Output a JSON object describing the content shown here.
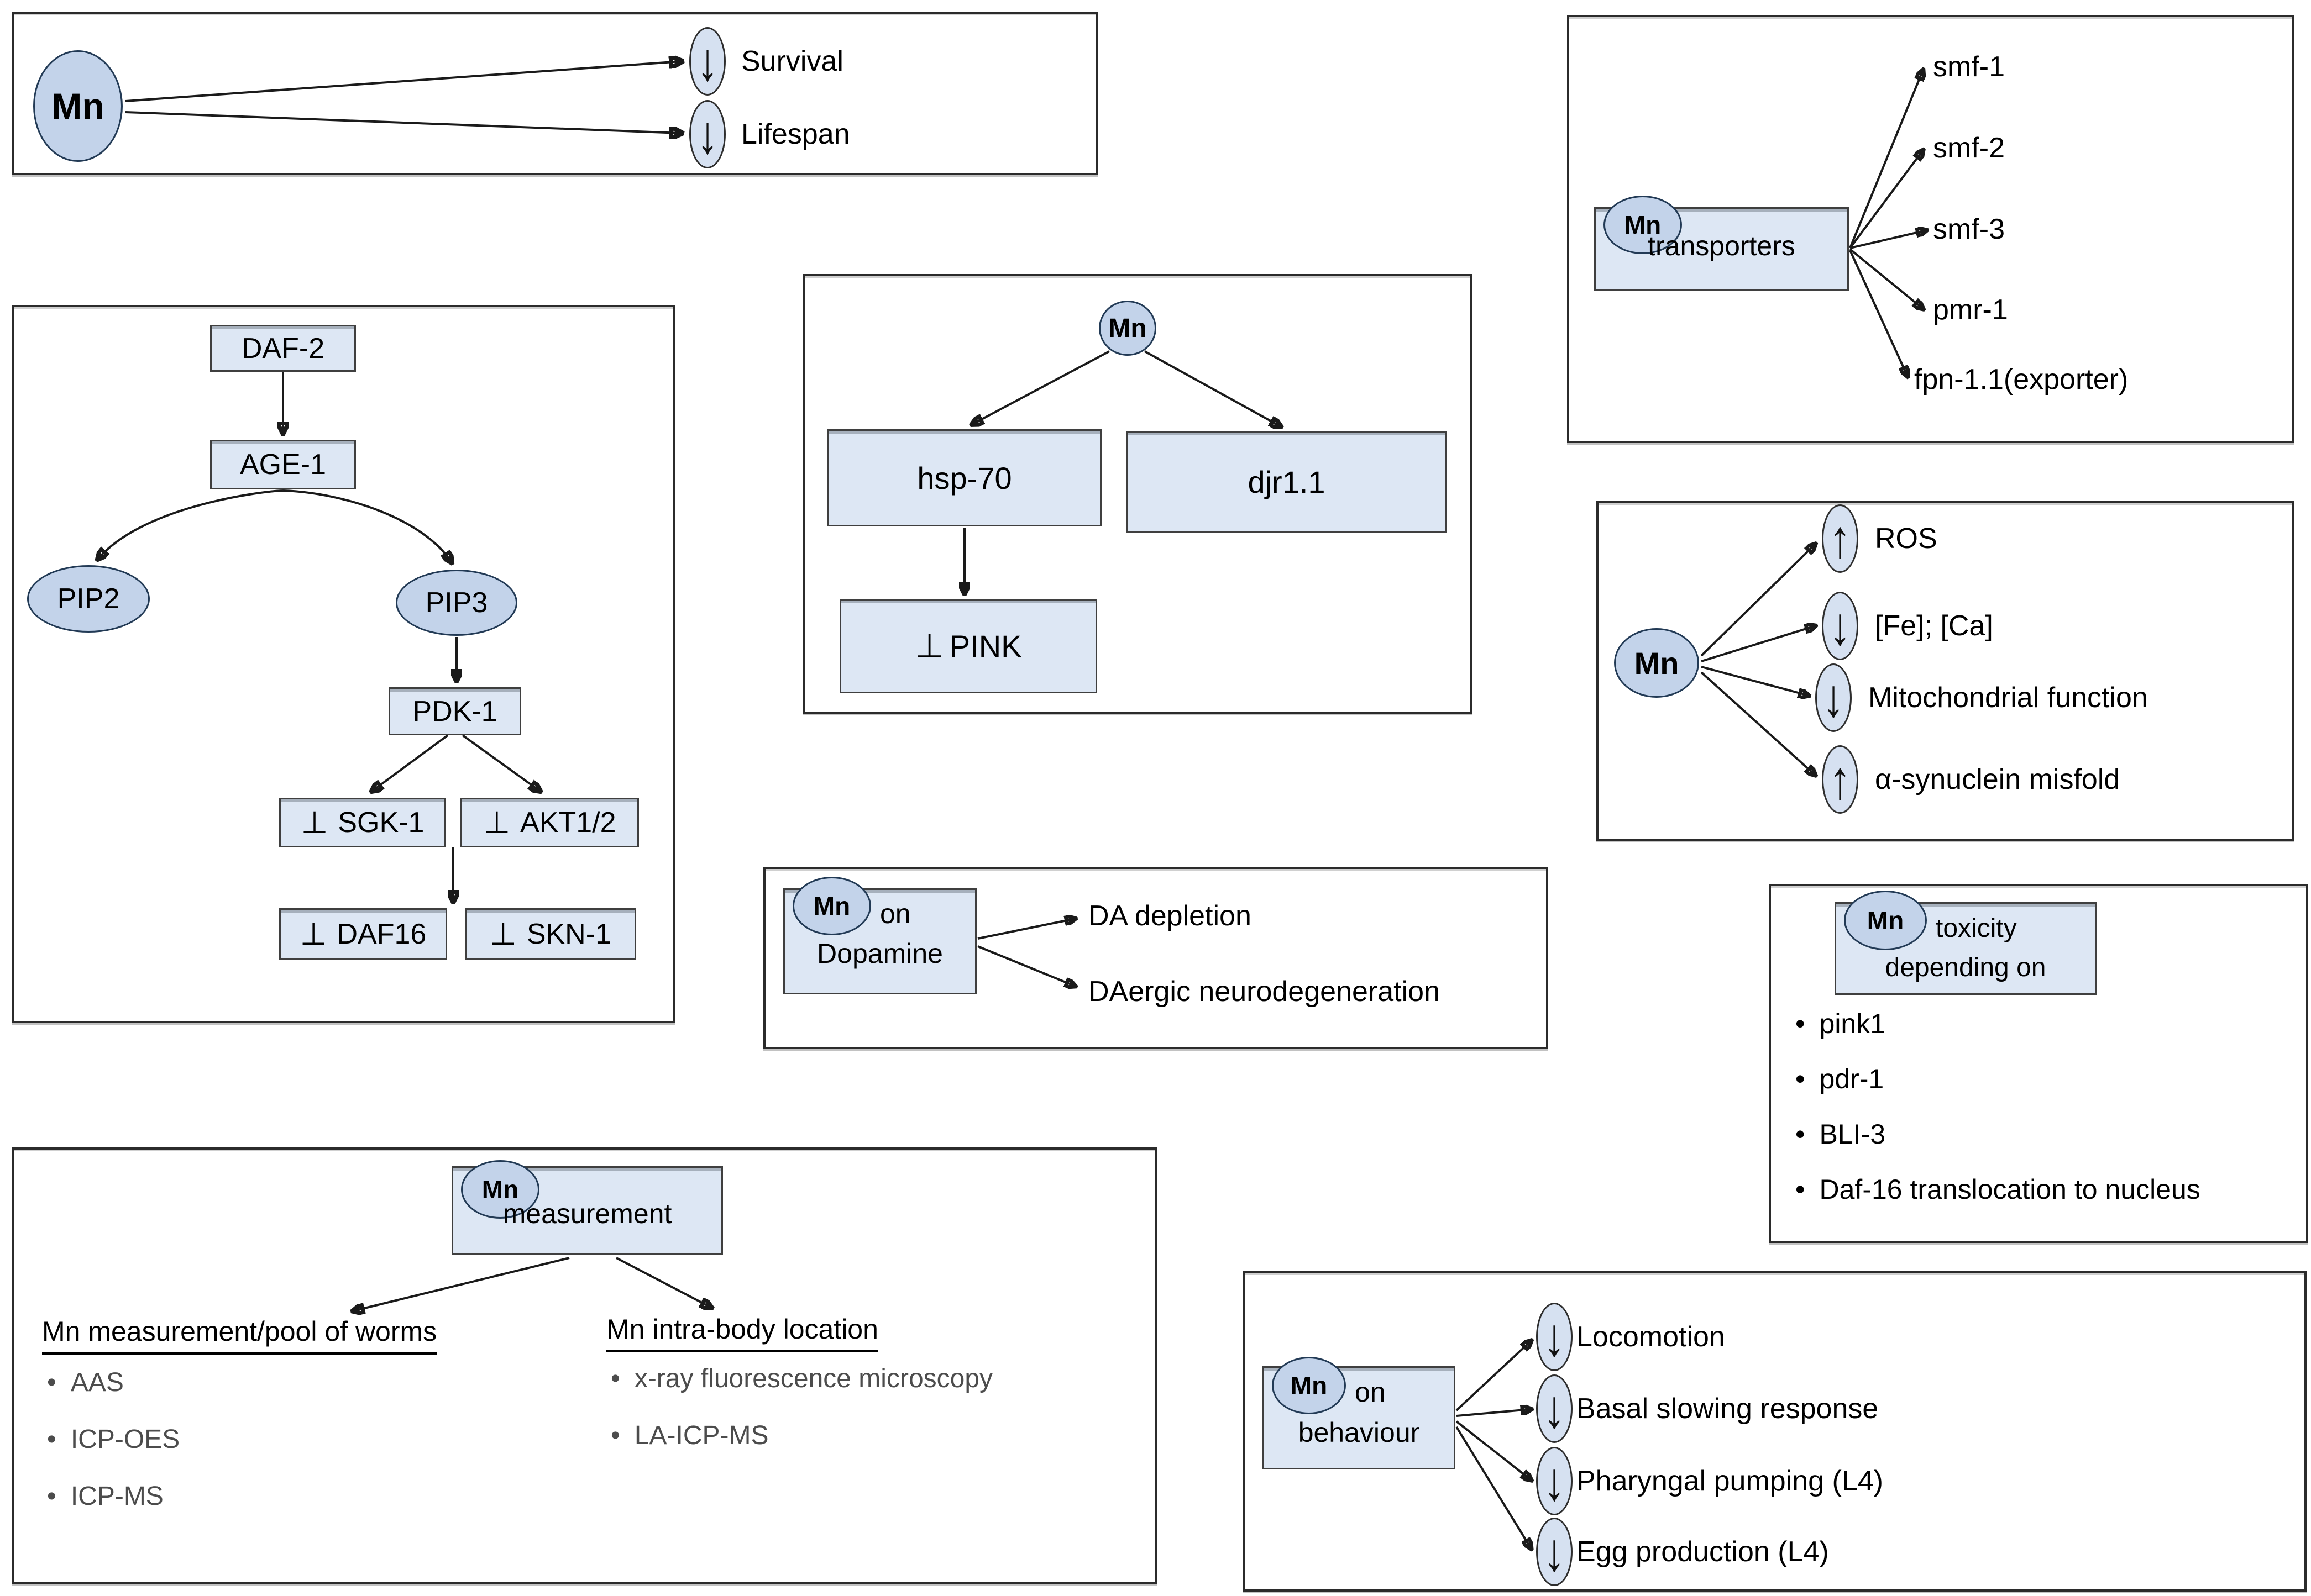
{
  "mn_label": "Mn",
  "icons": {
    "inhibit": "⊥",
    "bullet": "•",
    "up_arrow": "↑",
    "down_arrow": "↓"
  },
  "colors": {
    "box_fill": "#dde7f4",
    "ellipse_fill": "#c3d3ea",
    "small_ellipse_fill": "#d6e1f1",
    "line": "#1a1a1a",
    "muted_text": "#4c4c4c"
  },
  "panel_survival": {
    "rows": [
      {
        "direction": "down",
        "glyph": "↓",
        "label": "Survival"
      },
      {
        "direction": "down",
        "glyph": "↓",
        "label": "Lifespan"
      }
    ]
  },
  "panel_pathway": {
    "daf2": "DAF-2",
    "age1": "AGE-1",
    "pip2": "PIP2",
    "pip3": "PIP3",
    "pdk1": "PDK-1",
    "sgk1": "SGK-1",
    "akt12": "AKT1/2",
    "daf16": "DAF16",
    "skn1": "SKN-1"
  },
  "panel_stress": {
    "hsp70": "hsp-70",
    "djr11": "djr1.1",
    "pink": "PINK"
  },
  "panel_transporters": {
    "box_label": "transporters",
    "targets": [
      "smf-1",
      "smf-2",
      "smf-3",
      "pmr-1",
      "fpn-1.1(exporter)"
    ]
  },
  "panel_effects": {
    "rows": [
      {
        "direction": "up",
        "glyph": "↑",
        "label": "ROS"
      },
      {
        "direction": "down",
        "glyph": "↓",
        "label": "[Fe]; [Ca]"
      },
      {
        "direction": "down",
        "glyph": "↓",
        "label": "Mitochondrial function"
      },
      {
        "direction": "up",
        "glyph": "↑",
        "label": "α-synuclein misfold"
      }
    ]
  },
  "panel_dopamine": {
    "box_word": "on",
    "box_line2": "Dopamine",
    "targets": [
      "DA depletion",
      "DAergic neurodegeneration"
    ]
  },
  "panel_toxicity": {
    "box_word": "toxicity",
    "box_line2": "depending on",
    "bullets": [
      "pink1",
      "pdr-1",
      "BLI-3",
      "Daf-16 translocation to nucleus"
    ]
  },
  "panel_measurement": {
    "box_line2": "measurement",
    "left": {
      "heading": "Mn measurement/pool of worms",
      "bullets": [
        "AAS",
        "ICP-OES",
        "ICP-MS"
      ]
    },
    "right": {
      "heading": "Mn intra-body location",
      "bullets": [
        "x-ray fluorescence microscopy",
        "LA-ICP-MS"
      ]
    }
  },
  "panel_behaviour": {
    "box_word": "on",
    "box_line2": "behaviour",
    "rows": [
      {
        "direction": "down",
        "glyph": "↓",
        "label": "Locomotion"
      },
      {
        "direction": "down",
        "glyph": "↓",
        "label": "Basal slowing response"
      },
      {
        "direction": "down",
        "glyph": "↓",
        "label": "Pharyngal pumping (L4)"
      },
      {
        "direction": "down",
        "glyph": "↓",
        "label": "Egg production (L4)"
      }
    ]
  }
}
